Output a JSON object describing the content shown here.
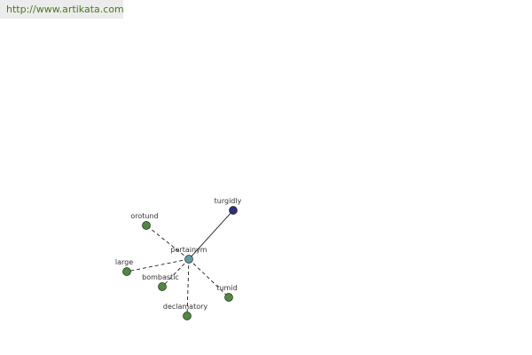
{
  "header": {
    "url": "http://www.artikata.com"
  },
  "colors": {
    "center_node": "#5f9ea0",
    "leaf_node": "#4e8a3c",
    "linked_node": "#2e2e7a",
    "edge": "#000000",
    "url_text": "#4a7a1a"
  },
  "graph": {
    "nodes": [
      {
        "id": "pertainym",
        "label": "pertainym",
        "kind": "center"
      },
      {
        "id": "turgidly",
        "label": "turgidly",
        "kind": "linked"
      },
      {
        "id": "orotund",
        "label": "orotund",
        "kind": "leaf"
      },
      {
        "id": "large",
        "label": "large",
        "kind": "leaf"
      },
      {
        "id": "bombastic",
        "label": "bombastic",
        "kind": "leaf"
      },
      {
        "id": "tumid",
        "label": "tumid",
        "kind": "leaf"
      },
      {
        "id": "declamatory",
        "label": "declamatory",
        "kind": "leaf"
      }
    ],
    "edges": [
      {
        "from": "pertainym",
        "to": "turgidly",
        "style": "solid"
      },
      {
        "from": "pertainym",
        "to": "orotund",
        "style": "dashed"
      },
      {
        "from": "pertainym",
        "to": "large",
        "style": "dashed"
      },
      {
        "from": "pertainym",
        "to": "bombastic",
        "style": "dashed"
      },
      {
        "from": "pertainym",
        "to": "tumid",
        "style": "dashed"
      },
      {
        "from": "pertainym",
        "to": "declamatory",
        "style": "dashed"
      }
    ]
  }
}
